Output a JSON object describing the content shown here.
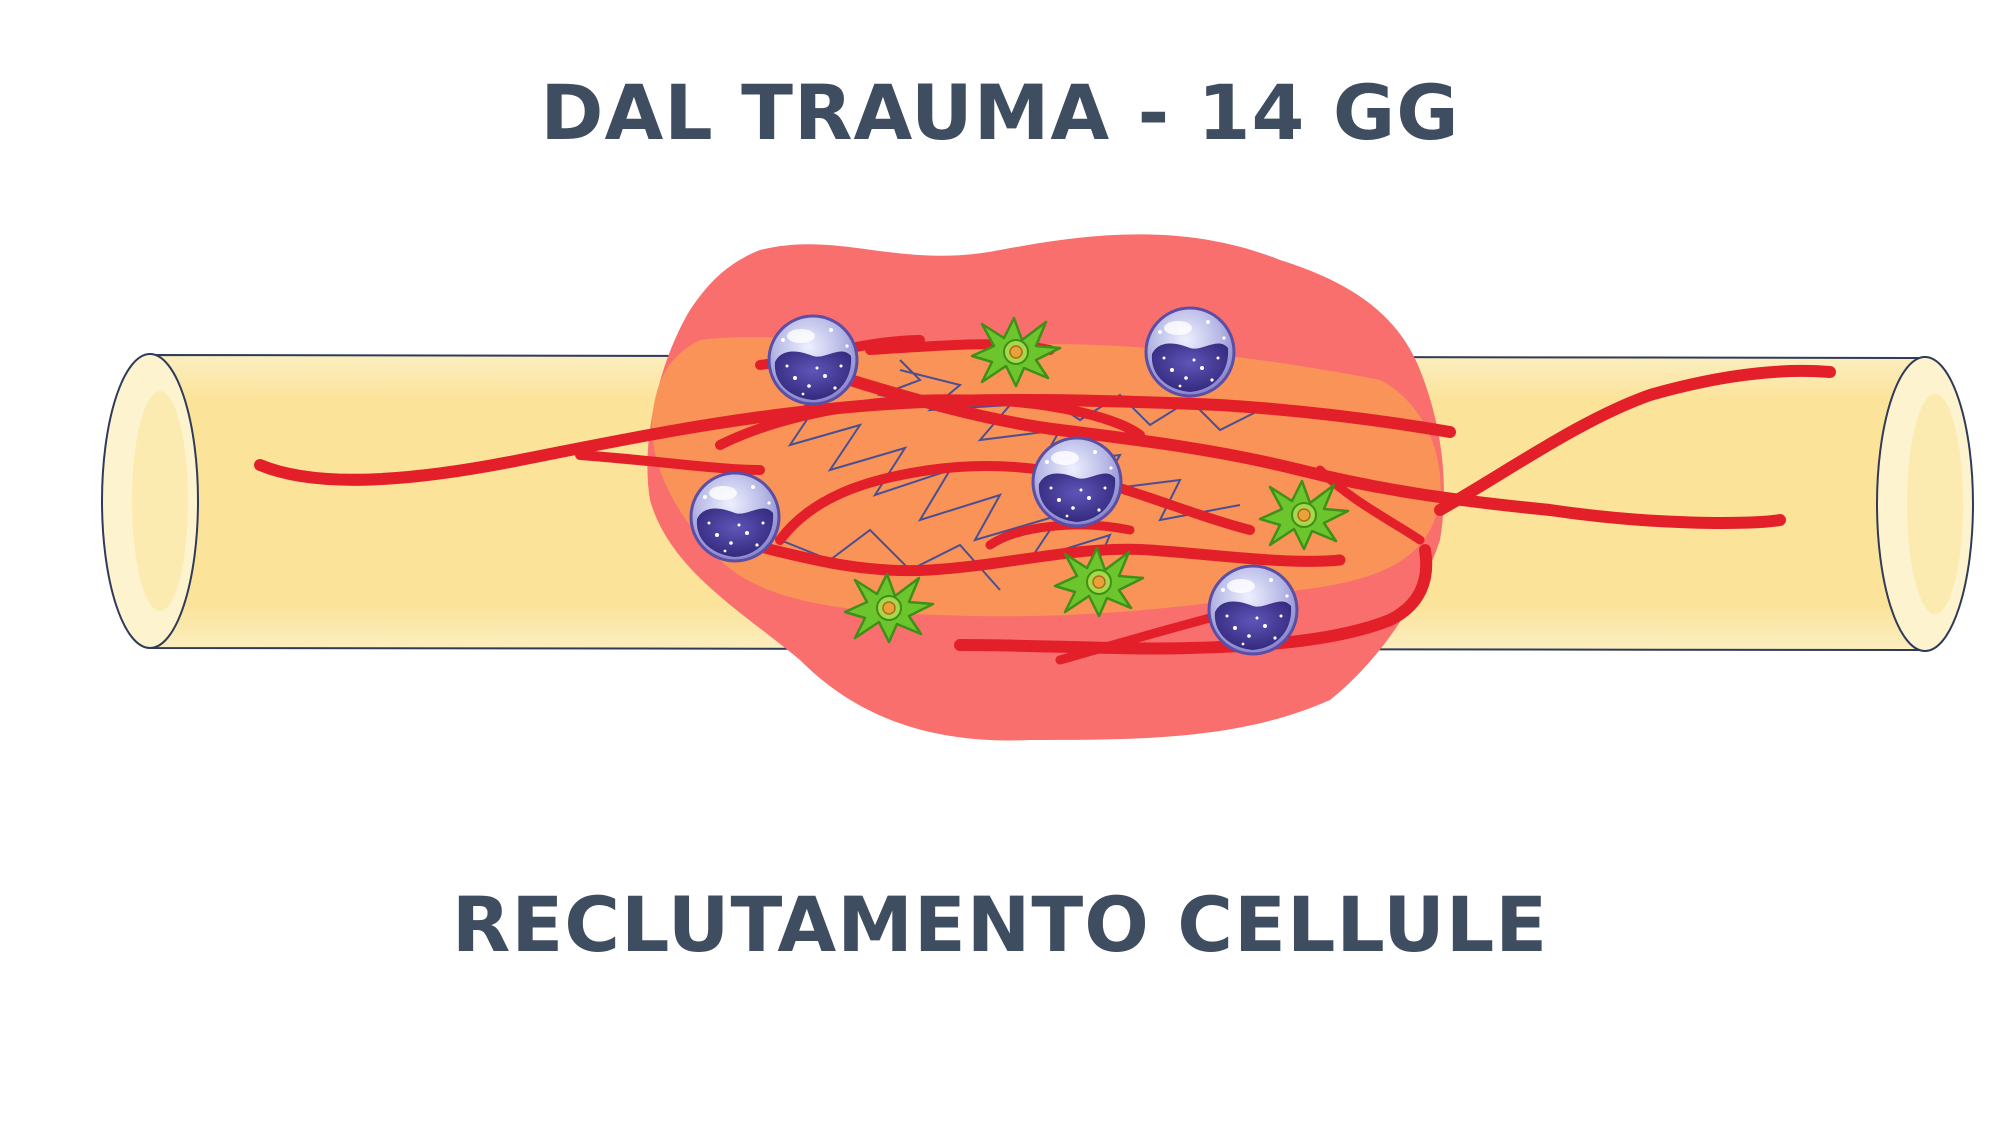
{
  "header": {
    "title": "DAL TRAUMA - 14 GG"
  },
  "footer": {
    "caption": "RECLUTAMENTO CELLULE"
  },
  "colors": {
    "title": "#3f4d61",
    "bone": "#fbe79f",
    "bone_outline": "#2f3b58",
    "hematoma": "#f86f6d",
    "callus": "#f99a55",
    "vessel": "#e3202a",
    "macrophage": "#5b4ea5",
    "fibroblast": "#6cc52c"
  },
  "icons": [
    "bone-shaft",
    "hematoma",
    "blood-vessel",
    "macrophage-cell-icon",
    "fibroblast-cell-icon"
  ]
}
